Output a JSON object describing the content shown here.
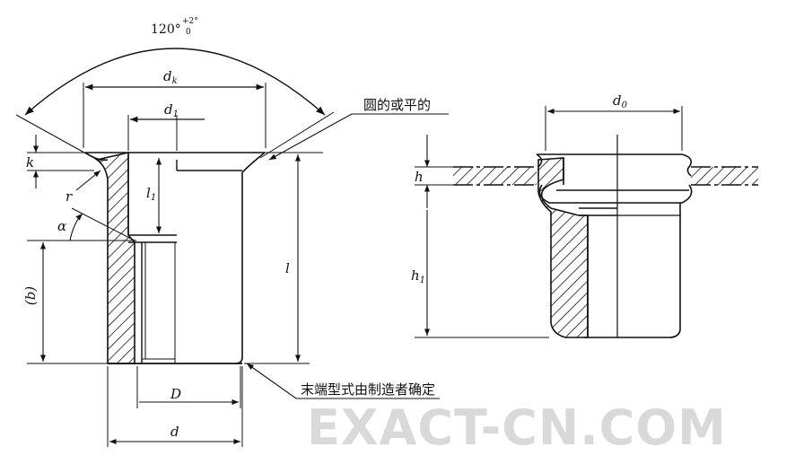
{
  "labels": {
    "angle": "120°",
    "angle_tol_upper": "+2°",
    "angle_tol_lower": "0",
    "dk": "d",
    "dk_sub": "k",
    "d1": "d",
    "d1_sub": "1",
    "k": "k",
    "r": "r",
    "alpha": "α",
    "l1": "l",
    "l1_sub": "1",
    "b": "(b)",
    "l": "l",
    "D": "D",
    "d": "d",
    "d0": "d",
    "d0_sub": "0",
    "h": "h",
    "h1": "h",
    "h1_sub": "1"
  },
  "notes": {
    "round_or_flat": "圆的或平的",
    "end_type": "末端型式由制造者确定"
  },
  "watermark": "EXACT-CN.COM"
}
